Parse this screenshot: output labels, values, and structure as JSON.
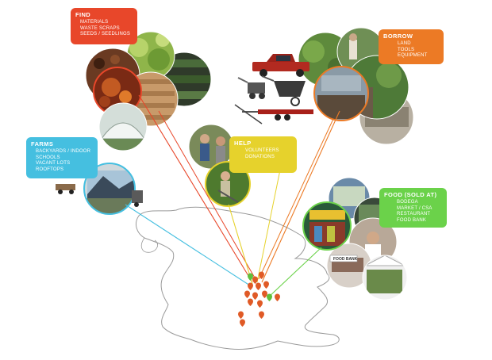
{
  "callouts": {
    "find": {
      "title": "FIND",
      "items": [
        "MATERIALS",
        "WASTE SCRAPS",
        "SEEDS / SEEDLINGS"
      ],
      "color": "#e8472a"
    },
    "borrow": {
      "title": "BORROW",
      "items": [
        "LAND",
        "TOOLS",
        "EQUIPMENT"
      ],
      "color": "#ec7a25"
    },
    "farms": {
      "title": "FARMS",
      "items": [
        "BACKYARDS / INDOOR",
        "SCHOOLS",
        "VACANT LOTS",
        "ROOFTOPS"
      ],
      "color": "#45bfe0"
    },
    "help": {
      "title": "HELP",
      "items": [
        "VOLUNTEERS",
        "DONATIONS"
      ],
      "color": "#e6d22c"
    },
    "food": {
      "title": "FOOD (SOLD AT)",
      "items": [
        "BODEGA",
        "MARKET / CSA",
        "RESTAURANT",
        "FOOD BANK"
      ],
      "color": "#6bd24a"
    }
  },
  "signs": {
    "food_bank": "FOOD BANK"
  },
  "colors": {
    "find_line": "#e8472a",
    "borrow_line": "#ec7a25",
    "farms_line": "#45bfe0",
    "help_line": "#e6d22c",
    "food_line": "#6bd24a",
    "outline": "#9a9a9a",
    "pin": "#e05a26"
  }
}
